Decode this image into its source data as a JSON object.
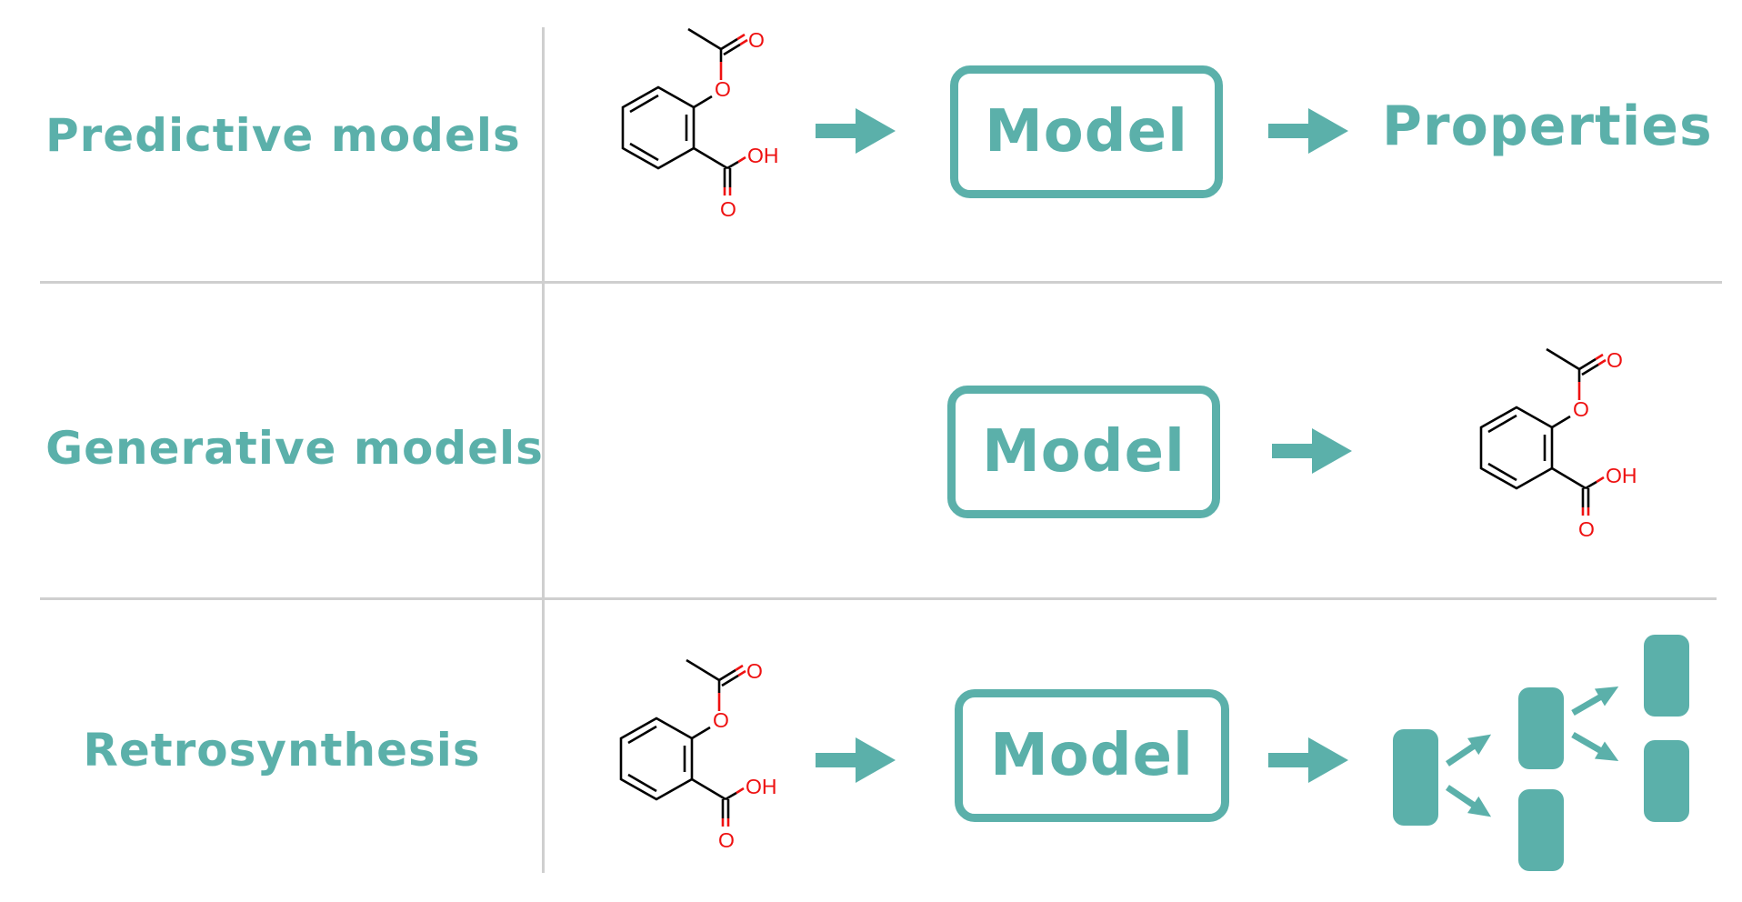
{
  "rows": [
    {
      "label": "Predictive models",
      "model_label": "Model",
      "output_label": "Properties"
    },
    {
      "label": "Generative models",
      "model_label": "Model"
    },
    {
      "label": "Retrosynthesis",
      "model_label": "Model"
    }
  ],
  "molecule": {
    "atoms": {
      "oxygen": "O",
      "hydroxyl": "OH"
    }
  },
  "colors": {
    "accent": "#5bb0aa",
    "divider": "#cfcfcf",
    "heteroatom": "#ee1111",
    "bond": "#000000"
  }
}
